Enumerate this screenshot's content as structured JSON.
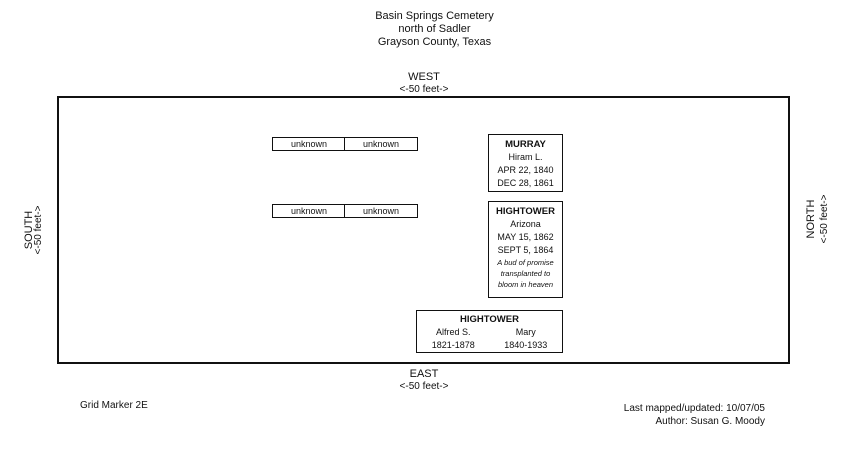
{
  "header": {
    "line1": "Basin Springs Cemetery",
    "line2": "north of Sadler",
    "line3": "Grayson County, Texas"
  },
  "directions": {
    "west": "WEST",
    "west_scale": "<-50 feet->",
    "east": "EAST",
    "east_scale": "<-50 feet->",
    "south": "SOUTH",
    "south_scale": "<-50 feet->",
    "north": "NORTH",
    "north_scale": "<-50 feet->"
  },
  "unknown_plots": [
    {
      "label": "unknown"
    },
    {
      "label": "unknown"
    },
    {
      "label": "unknown"
    },
    {
      "label": "unknown"
    }
  ],
  "graves": {
    "murray": {
      "surname": "MURRAY",
      "given": "Hiram L.",
      "born": "APR 22, 1840",
      "died": "DEC 28, 1861"
    },
    "hightower_arizona": {
      "surname": "HIGHTOWER",
      "given": "Arizona",
      "born": "MAY 15, 1862",
      "died": "SEPT 5, 1864",
      "epitaph": [
        "A bud of promise",
        "transplanted to",
        "bloom in heaven"
      ]
    },
    "hightower_double": {
      "surname": "HIGHTOWER",
      "left_name": "Alfred S.",
      "left_dates": "1821-1878",
      "right_name": "Mary",
      "right_dates": "1840-1933"
    }
  },
  "footer": {
    "grid_marker": "Grid Marker 2E",
    "last_mapped": "Last mapped/updated: 10/07/05",
    "author": "Author: Susan G. Moody"
  }
}
